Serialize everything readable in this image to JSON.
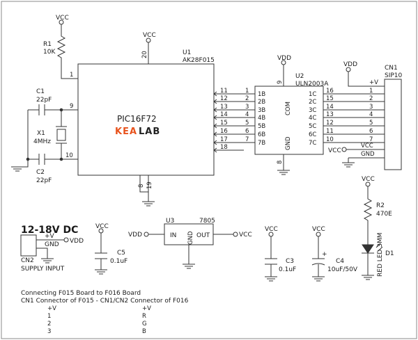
{
  "diagram": {
    "vcc": "VCC",
    "vdd": "VDD",
    "r1": {
      "ref": "R1",
      "value": "10K"
    },
    "u1": {
      "ref": "U1",
      "part": "AK28F015",
      "chip": "PIC16F72",
      "logo_a": "KEA",
      "logo_b": "LAB",
      "vcc_pin": "20",
      "gnd_pins": [
        "8",
        "19"
      ],
      "mclr_pin": "1",
      "osc_pins": [
        "9",
        "10"
      ],
      "out_pins": [
        "11",
        "12",
        "13",
        "14",
        "15",
        "16",
        "17",
        "18"
      ]
    },
    "c1": {
      "ref": "C1",
      "value": "22pF"
    },
    "c2": {
      "ref": "C2",
      "value": "22pF"
    },
    "x1": {
      "ref": "X1",
      "value": "4MHz"
    },
    "u2": {
      "ref": "U2",
      "part": "ULN2003A",
      "vdd_pin": "9",
      "gnd_pin": "8",
      "com": "COM",
      "gnd": "GND",
      "in_pins": [
        "1",
        "2",
        "3",
        "4",
        "5",
        "6",
        "7"
      ],
      "in_labels": [
        "1B",
        "2B",
        "3B",
        "4B",
        "5B",
        "6B",
        "7B"
      ],
      "out_labels": [
        "1C",
        "2C",
        "3C",
        "4C",
        "5C",
        "6C",
        "7C"
      ],
      "out_pins": [
        "16",
        "15",
        "14",
        "13",
        "12",
        "11",
        "10"
      ]
    },
    "cn1": {
      "ref": "CN1",
      "type": "SIP10",
      "plus_v": "+V",
      "pins": [
        "1",
        "2",
        "3",
        "4",
        "5",
        "6",
        "7"
      ],
      "vcc": "VCC",
      "gnd": "GND"
    },
    "r2": {
      "ref": "R2",
      "value": "470E"
    },
    "d1": {
      "ref": "D1",
      "desc": "RED LED 3MM"
    },
    "supply": {
      "title": "12-18V DC",
      "ref": "CN2",
      "desc": "SUPPLY INPUT",
      "plus_v": "+V",
      "gnd": "GND",
      "vdd": "VDD"
    },
    "c5": {
      "ref": "C5",
      "value": "0.1uF"
    },
    "u3": {
      "ref": "U3",
      "part": "7805",
      "in": "IN",
      "out": "OUT",
      "gnd": "GND"
    },
    "c3": {
      "ref": "C3",
      "value": "0.1uF"
    },
    "c4": {
      "ref": "C4",
      "value": "10uF/50V",
      "plus": "+"
    },
    "notes": {
      "line1": "Connecting F015 Board to F016 Board",
      "line2": "CN1 Connector of F015  -  CN1/CN2 Connector of F016",
      "rows": [
        [
          "+V",
          "+V"
        ],
        [
          "1",
          "R"
        ],
        [
          "2",
          "G"
        ],
        [
          "3",
          "B"
        ]
      ]
    }
  }
}
